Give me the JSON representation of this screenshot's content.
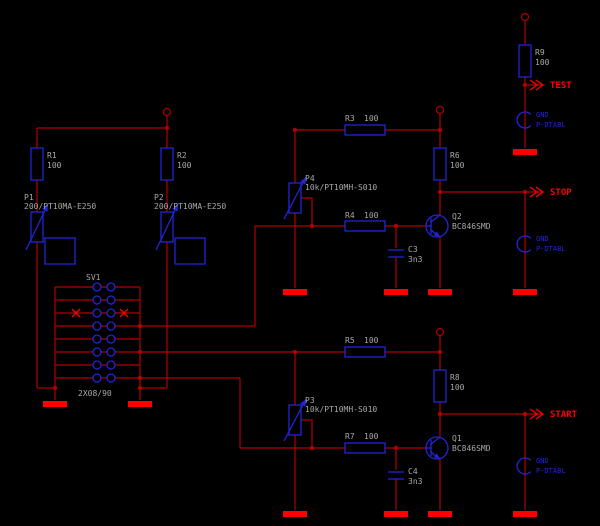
{
  "colors": {
    "background": "#000000",
    "wire": "#B00000",
    "symbol": "#2424D8",
    "net_label": "#FF0000",
    "ground_bar": "#FF0000",
    "text": "#A8A8A8"
  },
  "nets": {
    "test": "TEST",
    "stop": "STOP",
    "start": "START"
  },
  "components": {
    "r1": {
      "name": "R1",
      "value": "100"
    },
    "r2": {
      "name": "R2",
      "value": "100"
    },
    "r3": {
      "name": "R3",
      "value": "100"
    },
    "r4": {
      "name": "R4",
      "value": "100"
    },
    "r5": {
      "name": "R5",
      "value": "100"
    },
    "r6": {
      "name": "R6",
      "value": "100"
    },
    "r7": {
      "name": "R7",
      "value": "100"
    },
    "r8": {
      "name": "R8",
      "value": "100"
    },
    "r9": {
      "name": "R9",
      "value": "100"
    },
    "p1": {
      "name": "P1",
      "value": "200/PT10MA-E250"
    },
    "p2": {
      "name": "P2",
      "value": "200/PT10MA-E250"
    },
    "p3": {
      "name": "P3",
      "value": "10k/PT10MH-S010"
    },
    "p4": {
      "name": "P4",
      "value": "10k/PT10MH-S010"
    },
    "q1": {
      "name": "Q1",
      "value": "BC846SMD"
    },
    "q2": {
      "name": "Q2",
      "value": "BC846SMD"
    },
    "c3": {
      "name": "C3",
      "value": "3n3"
    },
    "c4": {
      "name": "C4",
      "value": "3n3"
    },
    "sv1": {
      "name": "SV1",
      "value": "2X08/90"
    },
    "gnd_pad": {
      "name": "GND",
      "value": "P-DTABL"
    }
  }
}
